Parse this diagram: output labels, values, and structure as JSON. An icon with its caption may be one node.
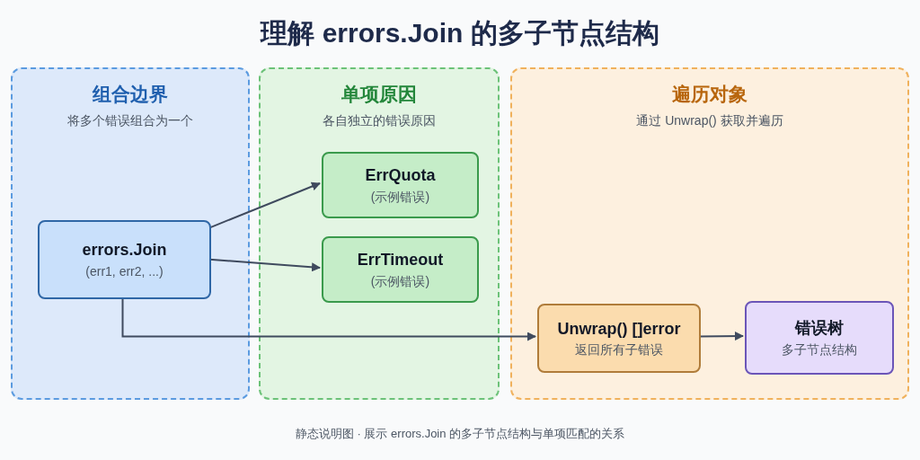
{
  "diagram": {
    "title": "理解 errors.Join 的多子节点结构",
    "nodes": [
      {
        "text": [
          "组合边界",
          "将多个错误组合为一个"
        ]
      },
      {
        "text": [
          "单项原因",
          "各自独立的错误原因"
        ]
      },
      {
        "text": [
          "遍历对象",
          "通过 Unwrap() 获取并遍历"
        ]
      },
      {
        "text": [
          "errors.Join",
          "(err1, err2, ...)"
        ],
        "in": 0
      },
      {
        "text": [
          "ErrQuota",
          "(示例错误)"
        ],
        "in": 1
      },
      {
        "text": [
          "ErrTimeout",
          "(示例错误)"
        ],
        "in": 1
      },
      {
        "text": [
          "Unwrap() []error",
          "返回所有子错误"
        ],
        "in": 2
      },
      {
        "text": [
          "错误树",
          "多子节点结构"
        ],
        "in": 2
      }
    ],
    "edges": [
      {
        "from": 3,
        "to": 4,
        "arrow": "to"
      },
      {
        "from": 3,
        "to": 5,
        "arrow": "to"
      },
      {
        "from": 3,
        "to": 6,
        "arrow": "to"
      },
      {
        "from": 6,
        "to": 7,
        "arrow": "to"
      }
    ],
    "caption": "静态说明图 · 展示 errors.Join 的多子节点结构与单项匹配的关系"
  }
}
